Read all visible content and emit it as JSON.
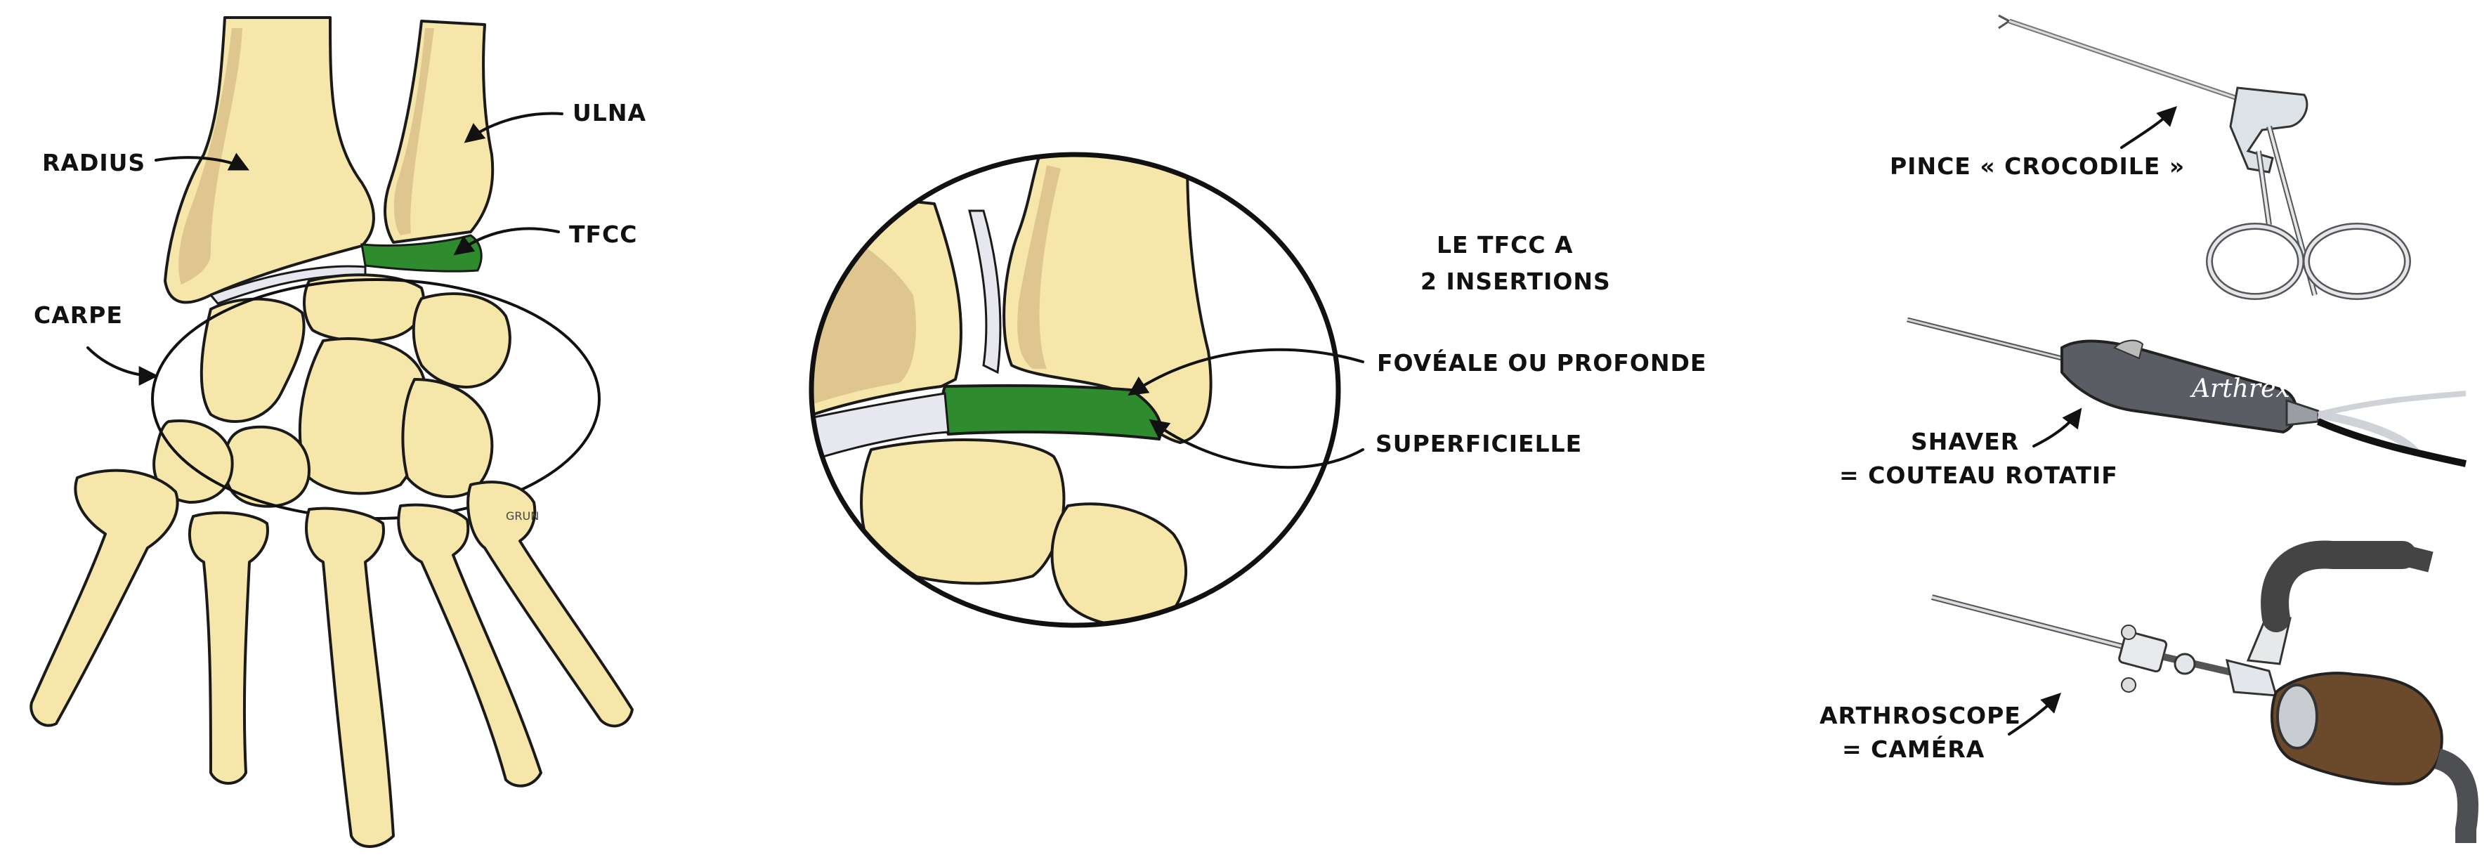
{
  "panel_anatomy": {
    "labels": {
      "radius": "RADIUS",
      "ulna": "ULNA",
      "tfcc": "TFCC",
      "carpe": "CARPE"
    },
    "colors": {
      "bone": "#f6e6a9",
      "tfcc": "#2e8b2e",
      "cartilage": "#e6e7ef"
    }
  },
  "panel_zoom": {
    "heading_line1": "LE TFCC A",
    "heading_line2": "2 INSERTIONS",
    "insertion_foveal": "FOVÉALE OU PROFONDE",
    "insertion_superficial": "SUPERFICIELLE"
  },
  "panel_instruments": {
    "pince": "PINCE « CROCODILE »",
    "shaver_line1": "SHAVER",
    "shaver_line2": "= COUTEAU ROTATIF",
    "shaver_brand": "Arthrex",
    "arthroscope_line1": "ARTHROSCOPE",
    "arthroscope_line2": "= CAMÉRA"
  },
  "artist_signature": "GRUN"
}
